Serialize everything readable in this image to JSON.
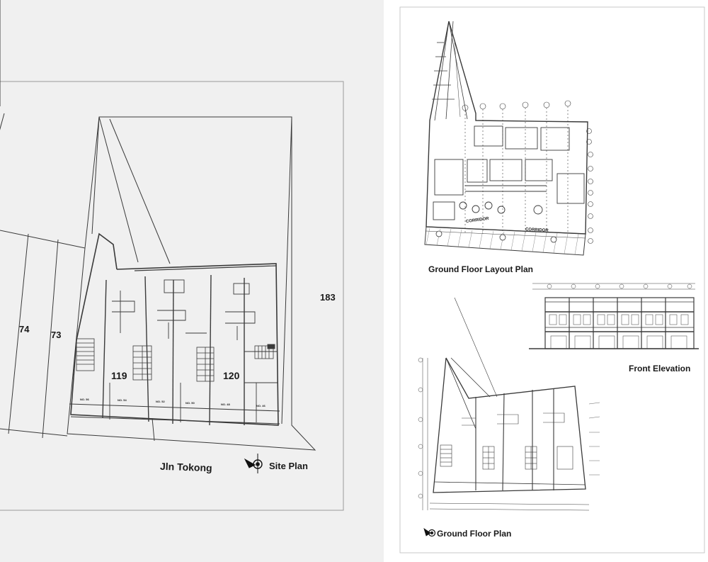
{
  "site_plan": {
    "title": "Site Plan",
    "street": "Jln Tokong",
    "lots": [
      "74",
      "73",
      "119",
      "120",
      "183"
    ],
    "units": [
      "NO. 56",
      "NO. 54",
      "NO. 52",
      "NO. 50",
      "NO. 48",
      "NO. 46"
    ]
  },
  "drawings": {
    "ground_floor_layout": "Ground Floor Layout Plan",
    "front_elevation": "Front Elevation",
    "ground_floor": "Ground Floor Plan",
    "corridor_label": "CORRIDOR"
  },
  "colors": {
    "line": "#3a3a3a",
    "paper": "#f0f0f0",
    "sheet": "#ffffff"
  }
}
